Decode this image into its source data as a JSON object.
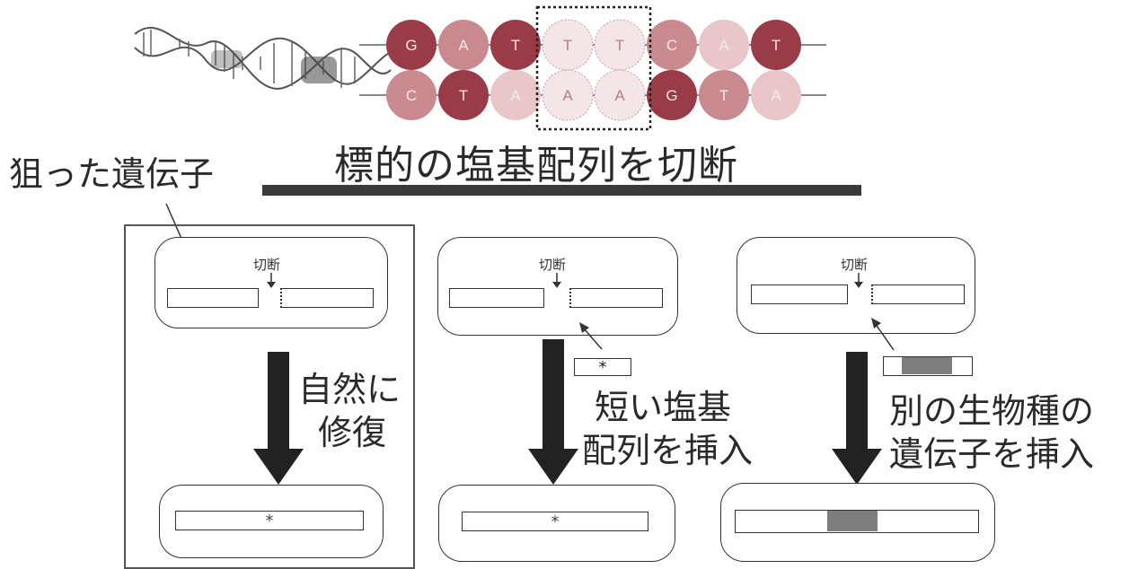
{
  "dna": {
    "top_strand": [
      "G",
      "A",
      "T",
      "T",
      "T",
      "C",
      "A",
      "T"
    ],
    "bottom_strand": [
      "C",
      "T",
      "A",
      "A",
      "A",
      "G",
      "T",
      "A"
    ],
    "colors": {
      "dark": "#9a3b48",
      "medium": "#c88a8f",
      "light": "#e9c6c8",
      "highlight": "#f4e6e6"
    }
  },
  "title": "標的の塩基配列を切断",
  "target_gene_label": "狙った遺伝子",
  "panels": [
    {
      "cut_label": "切断",
      "description_lines": [
        "自然に",
        "修復"
      ],
      "result_mark": "*"
    },
    {
      "cut_label": "切断",
      "description_lines": [
        "短い塩基",
        "配列を挿入"
      ],
      "insert_mark": "*",
      "result_mark": "*"
    },
    {
      "cut_label": "切断",
      "description_lines": [
        "別の生物種の",
        "遺伝子を挿入"
      ]
    }
  ]
}
